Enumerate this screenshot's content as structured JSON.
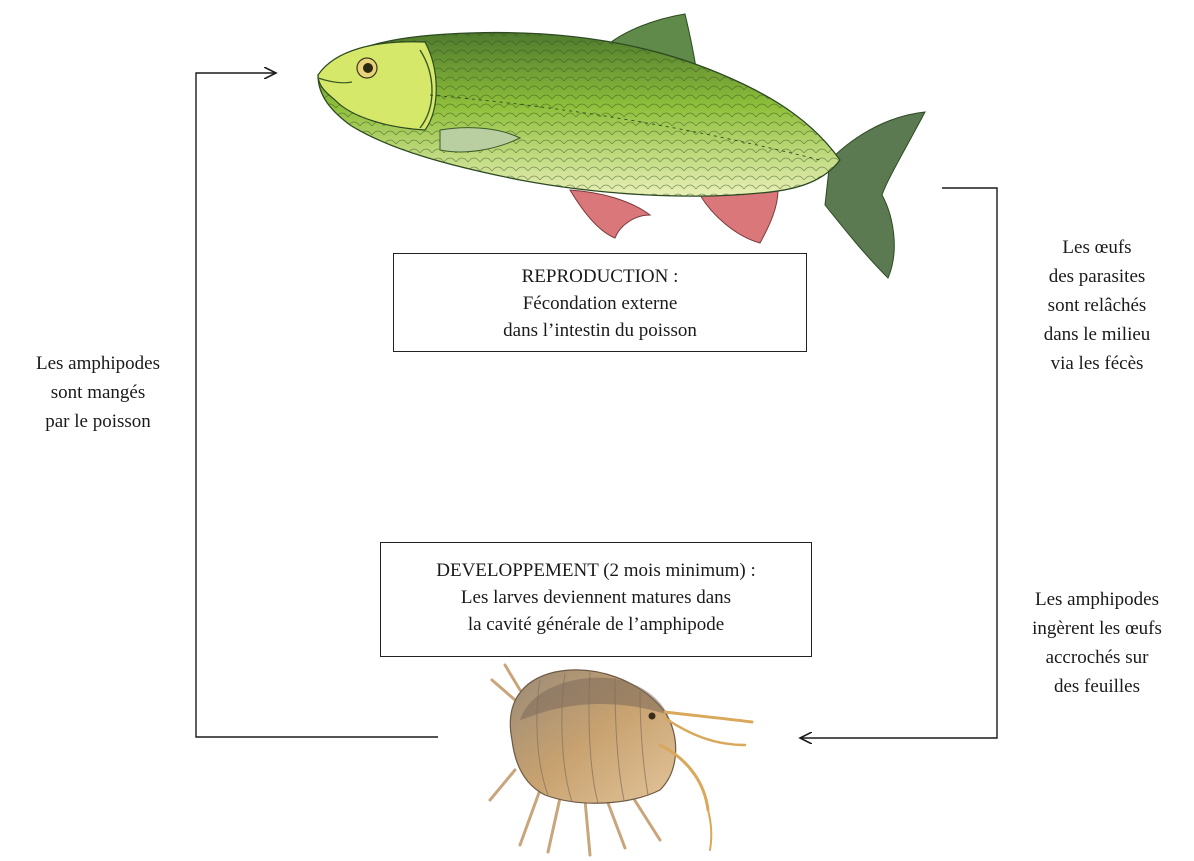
{
  "reproduction_box": {
    "title": "REPRODUCTION :",
    "line1": "Fécondation externe",
    "line2": "dans l’intestin du poisson"
  },
  "development_box": {
    "title": "DEVELOPPEMENT (2 mois minimum) :",
    "line1": "Les larves deviennent matures dans",
    "line2": "la cavité générale de l’amphipode"
  },
  "left_label": [
    "Les amphipodes",
    "sont mangés",
    "par le poisson"
  ],
  "right_top_label": [
    "Les œufs",
    "des parasites",
    "sont relâchés",
    "dans le milieu",
    "via les fécès"
  ],
  "right_bottom_label": [
    "Les amphipodes",
    "ingèrent les œufs",
    "accrochés sur",
    "des feuilles"
  ],
  "colors": {
    "fish_body": "#8fbf3a",
    "fish_belly": "#e8f0b8",
    "fish_fin_red": "#d9777a",
    "fish_tail": "#5c7a52",
    "amphipod_body": "#c8a270",
    "amphipod_dark": "#7c6a5a",
    "line": "#1a1a1a"
  },
  "icons": [
    "fish-illustration",
    "amphipod-illustration"
  ]
}
